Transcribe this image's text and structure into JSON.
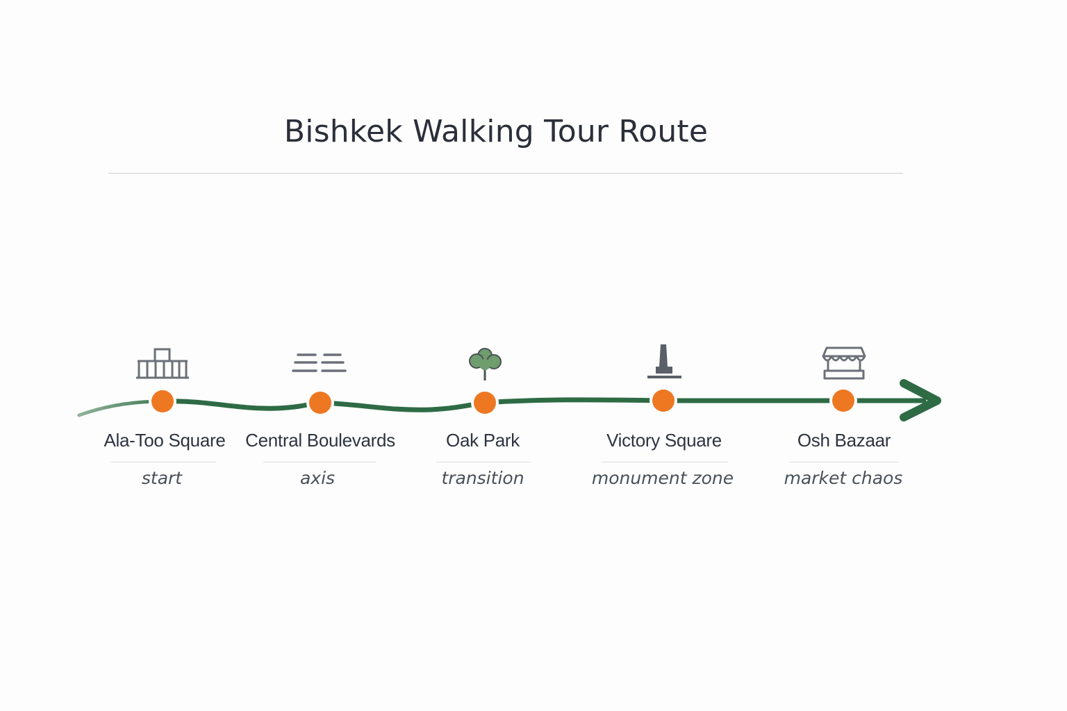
{
  "title": "Bishkek Walking Tour Route",
  "colors": {
    "route": "#2e6b45",
    "route_fade": "#8fb39a",
    "stop_marker": "#ee7722",
    "icon": "#6b6f78",
    "tree_icon": "#6f9d6e",
    "title_text": "#2a2f3a"
  },
  "stops": [
    {
      "name": "Ala-Too Square",
      "note": "start",
      "icon": "building-columns-icon"
    },
    {
      "name": "Central Boulevards",
      "note": "axis",
      "icon": "boulevard-lines-icon"
    },
    {
      "name": "Oak Park",
      "note": "transition",
      "icon": "tree-icon"
    },
    {
      "name": "Victory Square",
      "note": "monument zone",
      "icon": "monument-icon"
    },
    {
      "name": "Osh Bazaar",
      "note": "market chaos",
      "icon": "market-stall-icon"
    }
  ]
}
